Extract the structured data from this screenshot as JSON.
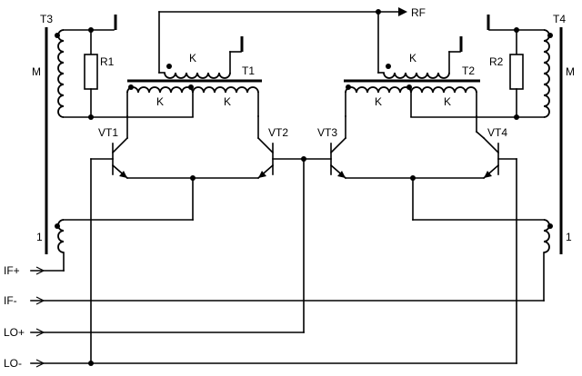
{
  "labels": {
    "rf": "RF",
    "t1": "T1",
    "t2": "T2",
    "t3": "T3",
    "t4": "T4",
    "r1": "R1",
    "r2": "R2",
    "vt1": "VT1",
    "vt2": "VT2",
    "vt3": "VT3",
    "vt4": "VT4",
    "k": "K",
    "m": "M",
    "one": "1",
    "if_plus": "IF+",
    "if_minus": "IF-",
    "lo_plus": "LO+",
    "lo_minus": "LO-"
  }
}
